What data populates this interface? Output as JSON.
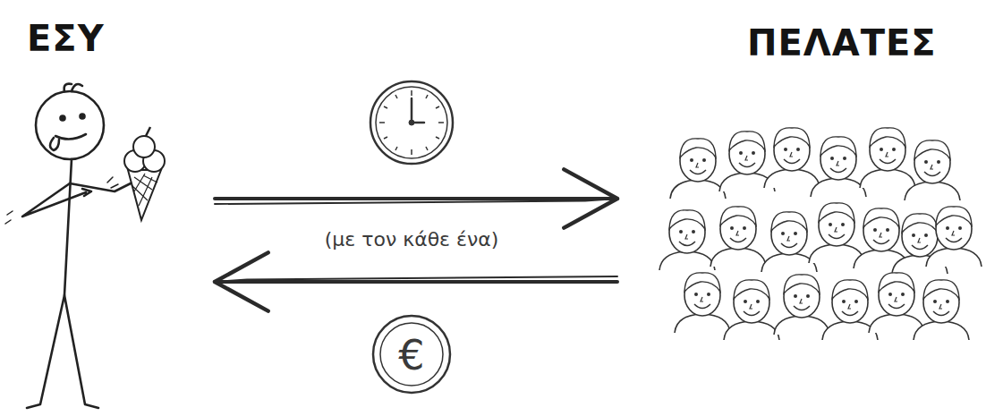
{
  "diagram": {
    "nodes": [
      {
        "text": [
          "ΕΣΥ"
        ]
      },
      {
        "text": [
          "ΠΕΛΑΤΕΣ"
        ]
      }
    ],
    "edges": [
      {
        "from": 0,
        "to": 1,
        "arrow": "to"
      },
      {
        "from": 1,
        "to": 0,
        "arrow": "to"
      }
    ],
    "labels": [
      "(με τον κάθε ένα)",
      "€"
    ]
  }
}
